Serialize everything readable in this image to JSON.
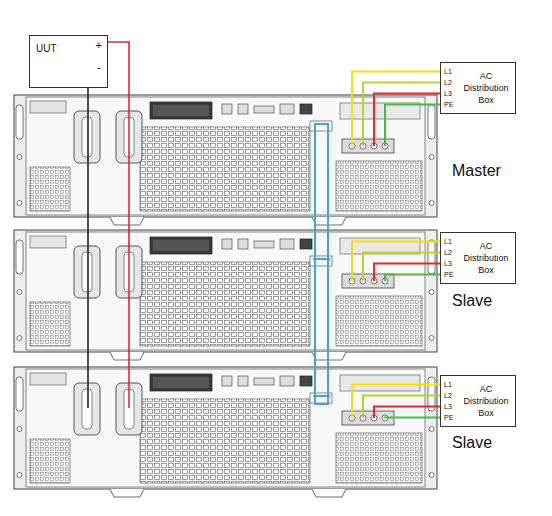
{
  "diagram": {
    "nodes": [
      {
        "text": [
          "UUT",
          "+",
          "-"
        ]
      },
      {
        "text": [
          "AC Distribution Box",
          "L1",
          "L2",
          "L3",
          "PE"
        ]
      },
      {
        "text": [
          "AC Distribution Box",
          "L1",
          "L2",
          "L3",
          "PE"
        ]
      },
      {
        "text": [
          "AC Distribution Box",
          "L1",
          "L2",
          "L3",
          "PE"
        ]
      }
    ],
    "labels": [
      "Master",
      "Slave",
      "Slave"
    ]
  }
}
